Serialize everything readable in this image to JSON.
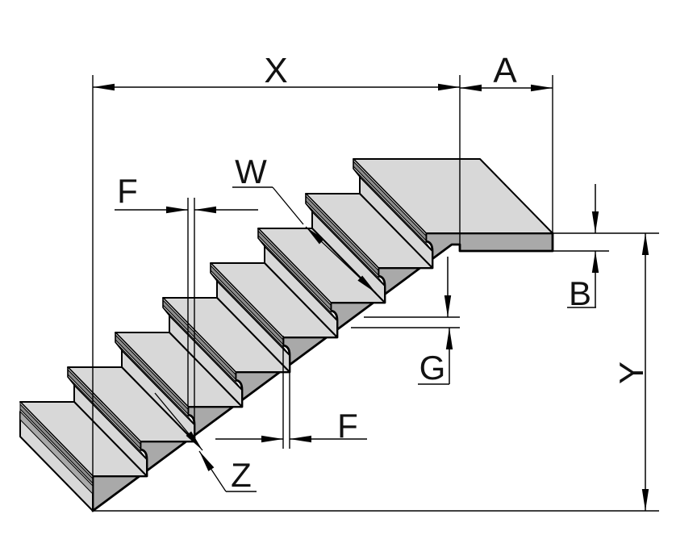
{
  "drawing": {
    "labels": {
      "total_run": "X",
      "landing_depth": "A",
      "slab_thickness": "B",
      "total_height": "Y",
      "joint_gap": "G",
      "tread_going": "W",
      "waist": "Z",
      "nosing_overhang_upper": "F",
      "nosing_overhang_lower": "F"
    },
    "colors": {
      "background": "#ffffff",
      "surface_light": "#d8d8d8",
      "surface_medium": "#a9a9a9",
      "band_dark": "#8d8d8d",
      "line": "#000000"
    }
  }
}
